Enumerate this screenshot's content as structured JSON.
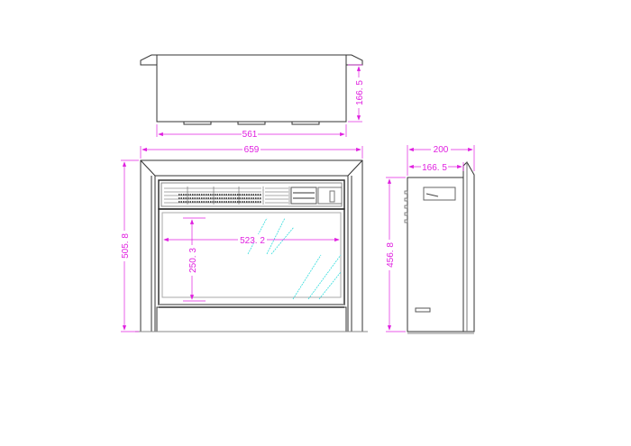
{
  "drawing": {
    "type": "fireplace technical drawing",
    "views": [
      "top-view",
      "front-view",
      "side-view"
    ],
    "colors": {
      "line": "#333333",
      "dimension": "#e020e0",
      "glass": "#33dddd"
    }
  },
  "dimensions": {
    "top_width": "561",
    "top_depth": "166. 5",
    "front_width": "659",
    "front_height": "505. 8",
    "opening_width": "523. 2",
    "opening_height": "250. 3",
    "side_total_depth": "200",
    "side_body_depth": "166. 5",
    "side_height": "456. 8"
  }
}
